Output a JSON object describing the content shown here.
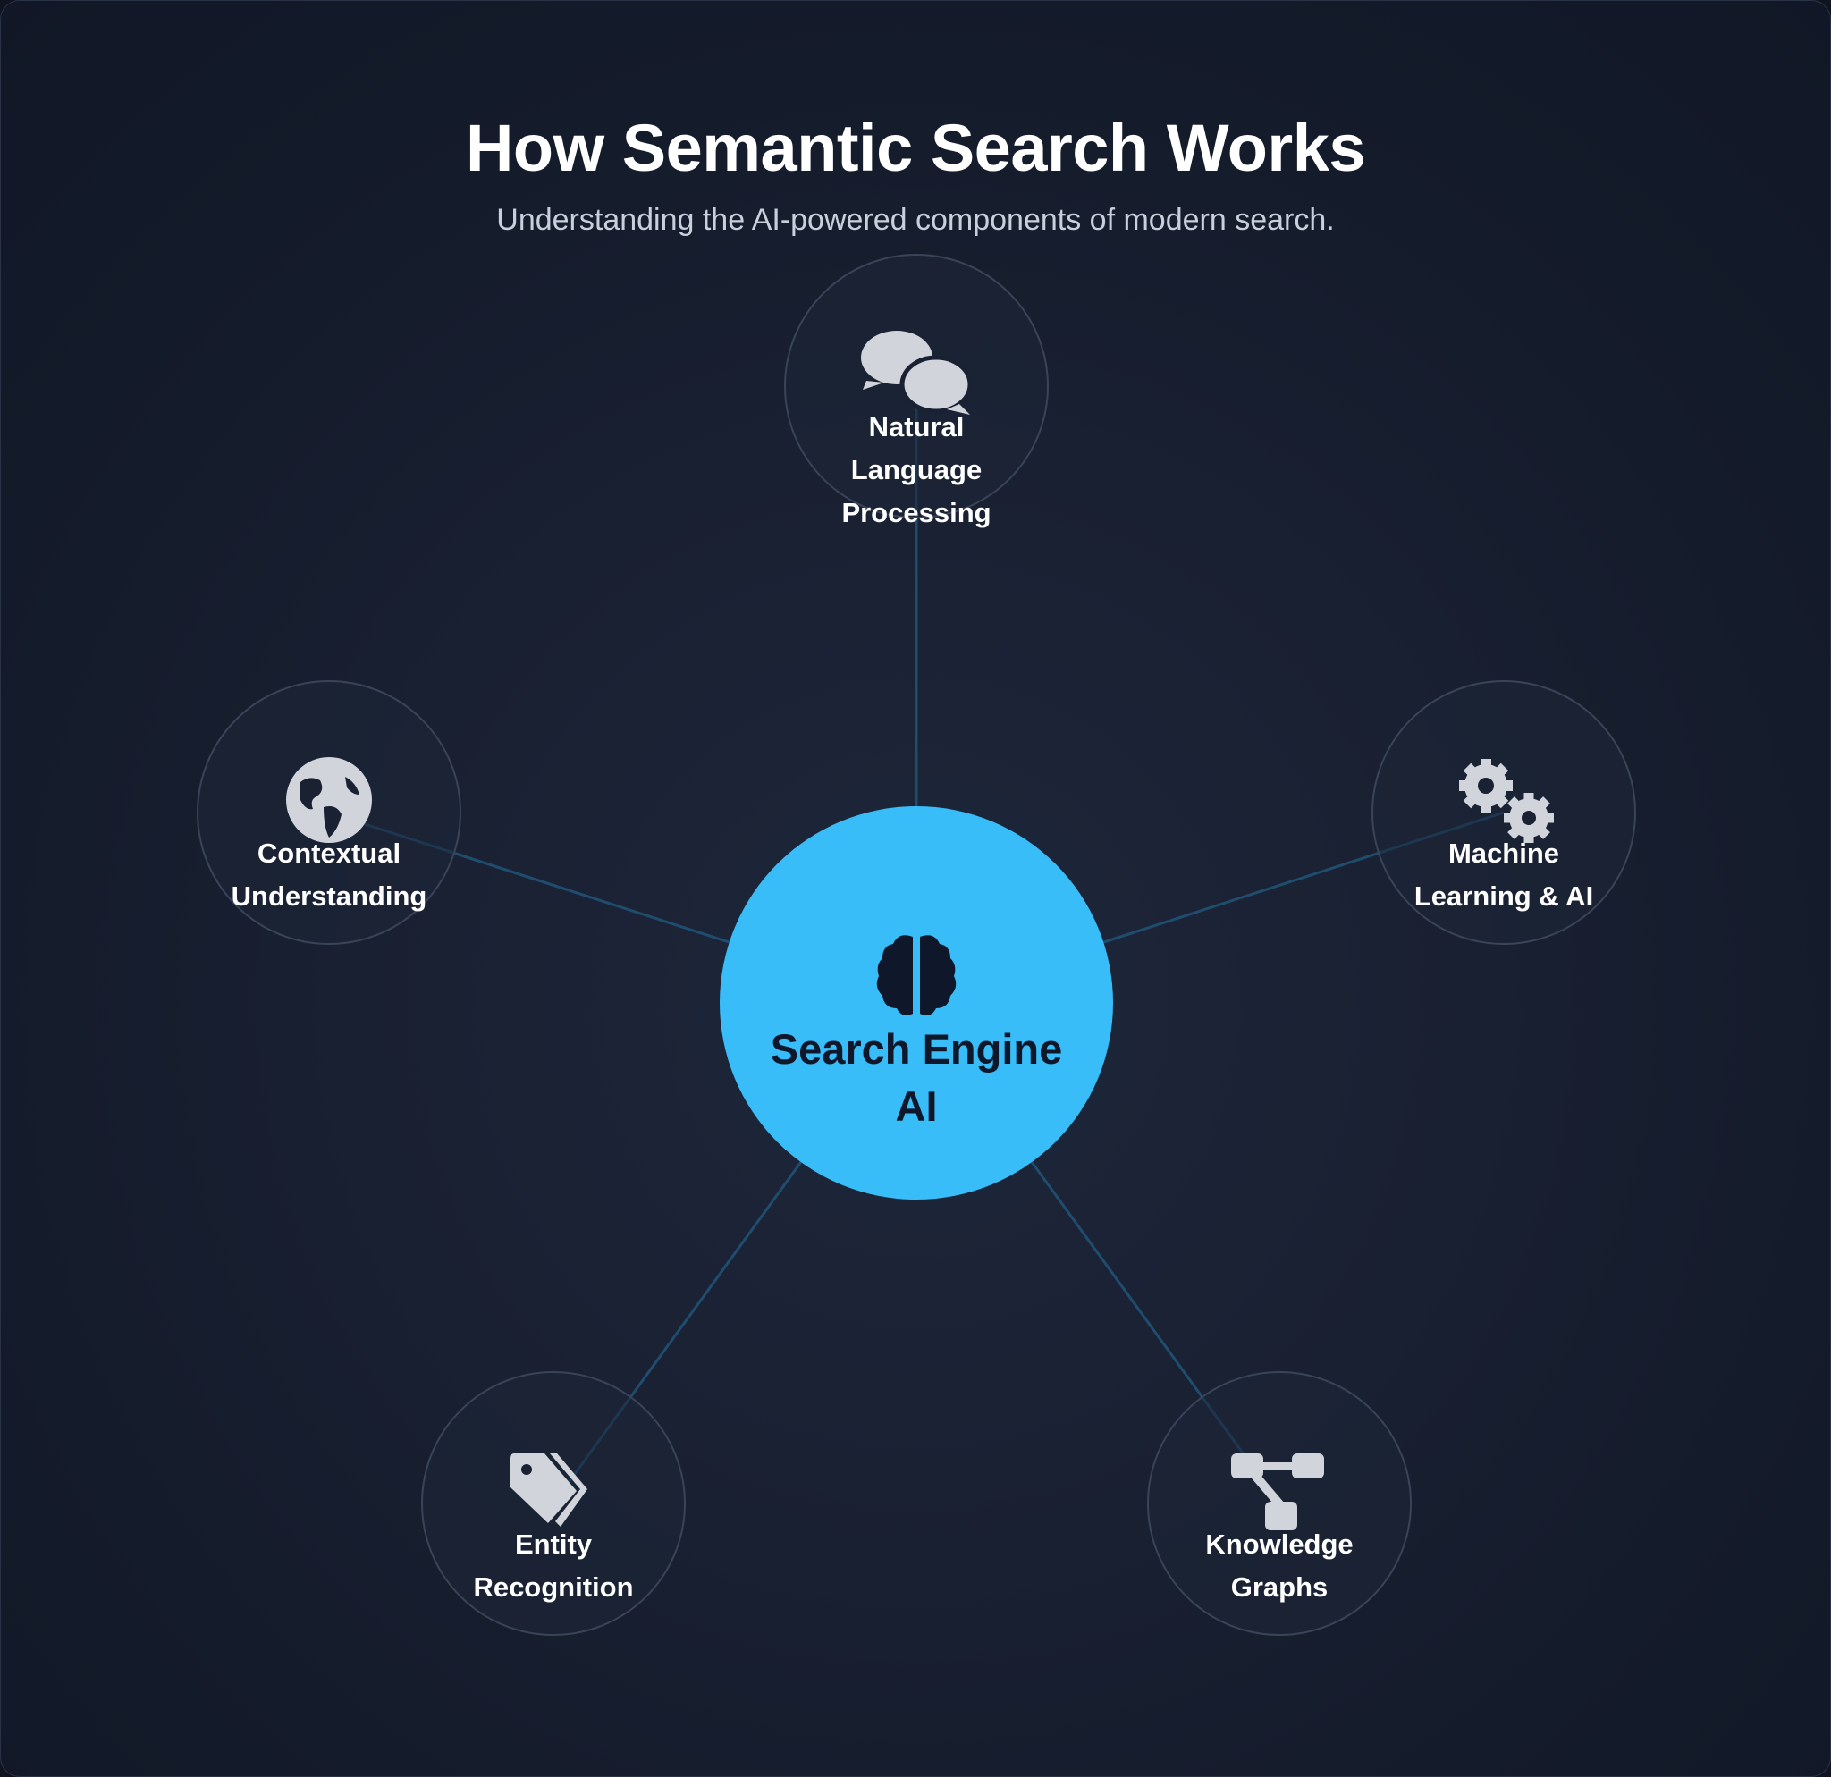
{
  "header": {
    "title": "How Semantic Search Works",
    "subtitle": "Understanding the AI-powered components of modern search."
  },
  "center": {
    "label": "Search Engine AI",
    "icon": "brain-icon",
    "color": "#38bdf8"
  },
  "nodes": [
    {
      "label": "Natural Language Processing",
      "icon": "comments-icon"
    },
    {
      "label": "Machine Learning & AI",
      "icon": "gears-icon"
    },
    {
      "label": "Knowledge Graphs",
      "icon": "sitemap-icon"
    },
    {
      "label": "Entity Recognition",
      "icon": "tags-icon"
    },
    {
      "label": "Contextual Understanding",
      "icon": "globe-icon"
    }
  ],
  "colors": {
    "link": "#1f4d6e",
    "icon": "#d1d5db"
  }
}
